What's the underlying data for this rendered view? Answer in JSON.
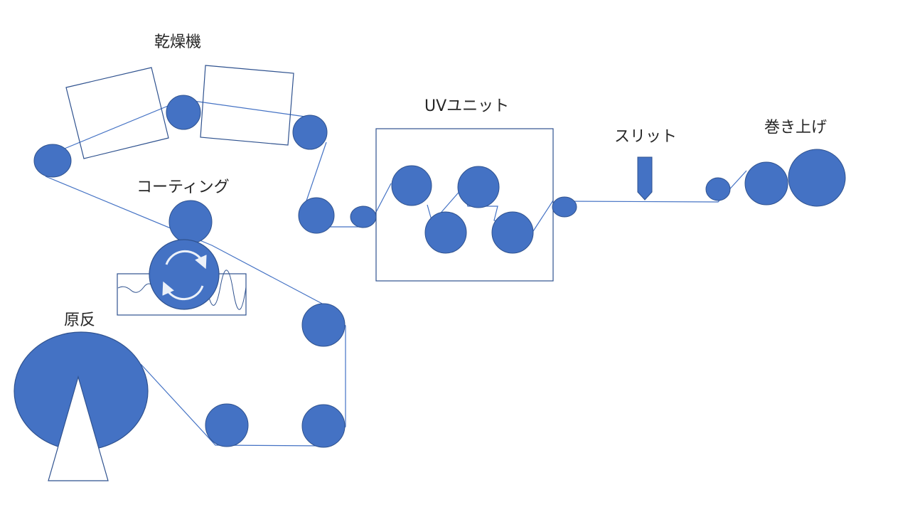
{
  "labels": {
    "dryer": "乾燥機",
    "coating": "コーティング",
    "raw_roll": "原反",
    "uv_unit": "UVユニット",
    "slit": "スリット",
    "winding": "巻き上げ"
  },
  "colors": {
    "roller_fill": "#4472c4",
    "roller_stroke": "#2f528f",
    "web_line": "#4472c4",
    "box_stroke": "#2f528f",
    "text": "#262626"
  },
  "icons": {
    "rotation": "circular-arrows-icon",
    "blade": "slitter-blade-icon",
    "liquid": "coating-liquid-wave-icon"
  }
}
